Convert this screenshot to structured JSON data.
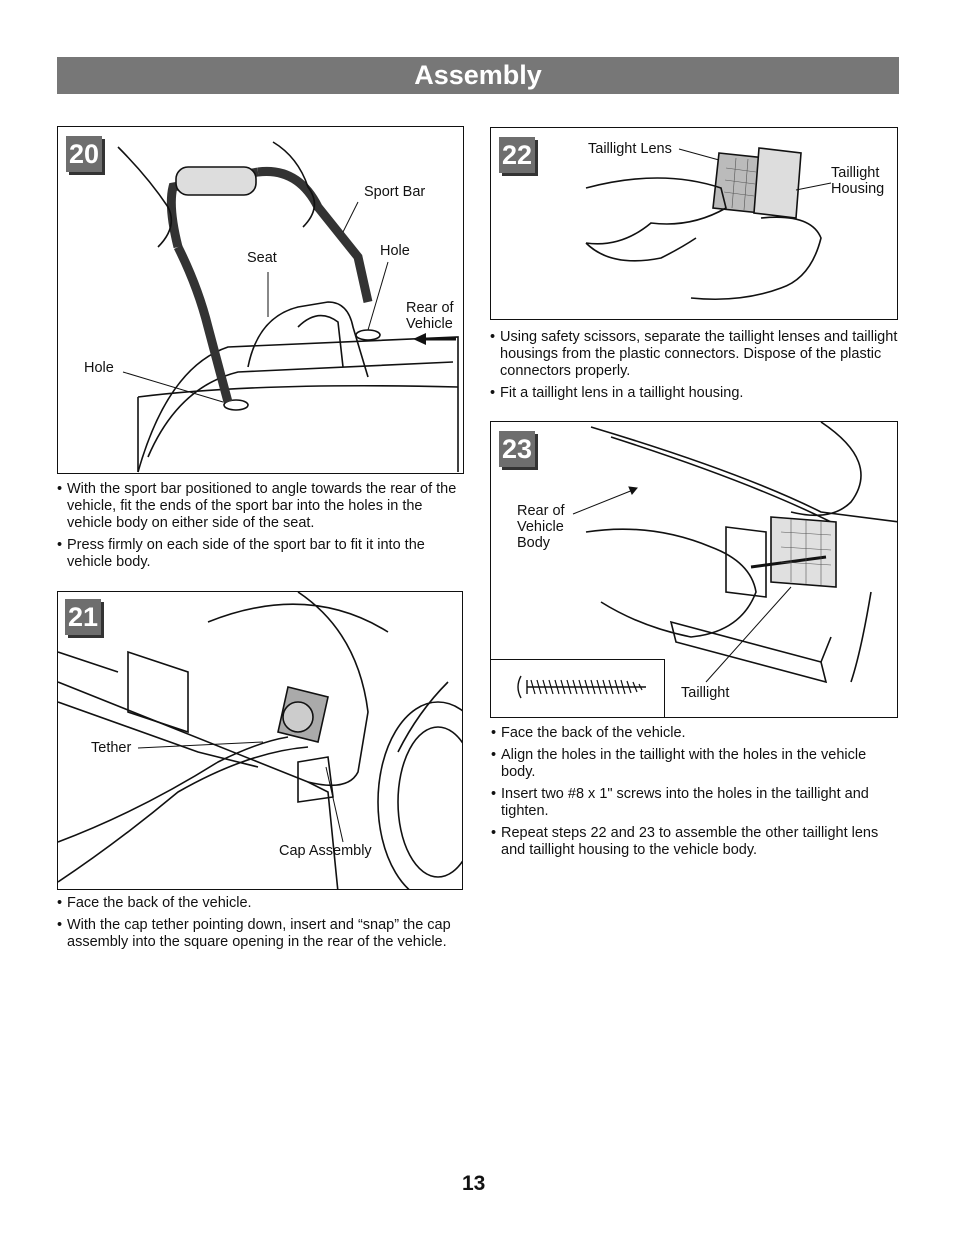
{
  "header": {
    "title": "Assembly"
  },
  "steps": {
    "s20": {
      "number": "20",
      "labels": {
        "sport_bar": "Sport Bar",
        "seat": "Seat",
        "hole_right": "Hole",
        "rear": "Rear of\nVehicle",
        "hole_left": "Hole"
      },
      "bullets": [
        "With the sport bar positioned to angle towards the rear of the vehicle, fit the ends of the sport bar into the holes in the vehicle body on either side of the seat.",
        "Press firmly on each side of the sport bar to fit it into the vehicle body."
      ]
    },
    "s21": {
      "number": "21",
      "labels": {
        "tether": "Tether",
        "cap": "Cap Assembly"
      },
      "bullets": [
        "Face the back of the vehicle.",
        "With the cap tether pointing down, insert and “snap” the cap assembly into the square opening in the rear of the vehicle."
      ]
    },
    "s22": {
      "number": "22",
      "labels": {
        "lens": "Taillight Lens",
        "housing": "Taillight\nHousing"
      },
      "bullets": [
        "Using safety scissors, separate the taillight lenses and taillight housings from the plastic connectors. Dispose of the plastic connectors properly.",
        "Fit a taillight lens in a taillight housing."
      ]
    },
    "s23": {
      "number": "23",
      "labels": {
        "rear": "Rear of\nVehicle\nBody",
        "taillight": "Taillight"
      },
      "bullets": [
        "Face the back of the vehicle.",
        "Align the holes in the taillight with the holes in the vehicle body.",
        "Insert two #8 x 1\" screws into the holes in the taillight and tighten.",
        "Repeat steps 22 and 23 to assemble the other taillight lens and taillight housing to the vehicle body."
      ]
    }
  },
  "page_number": "13"
}
